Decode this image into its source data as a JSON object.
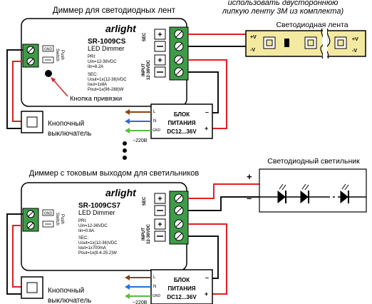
{
  "top_note": [
    "использовать двустороннюю",
    "липкую ленту 3M из комплекта)"
  ],
  "section1": {
    "title": "Диммер для светодиодных лент",
    "brand": "arlight",
    "model": "SR-1009CS",
    "subtitle": "LED Dimmer",
    "pri_lines": [
      "PRI:",
      "Uin=12-36VDC",
      "Iin=8.2A"
    ],
    "sec_lines": [
      "SEC:",
      "Uout=1x(12-36)VDC",
      "Iout=1x8A",
      "Pout=1x(96-288)W"
    ],
    "button_label": "Кнопка привязки",
    "strip_title": "Светодиодная лента",
    "strip_plus": "+V",
    "strip_minus": "-V"
  },
  "section2": {
    "title": "Диммер с токовым выходом для светильников",
    "brand": "arlight",
    "model": "SR-1009CS7",
    "subtitle": "LED Dimmer",
    "pri_lines": [
      "PRI:",
      "Uin=12-36VDC",
      "Iin=0.8A"
    ],
    "sec_lines": [
      "SEC:",
      "Uout=1x(12-36)VDC",
      "Iout=1x700mA",
      "Pout=1x(8.4-25.2)W"
    ],
    "lamp_title": "Светодиодный светильник",
    "lamp_plus": "+",
    "lamp_minus": "–"
  },
  "common": {
    "push_switch": [
      "Push",
      "Switch"
    ],
    "gnd": "GND",
    "sec_label": "SEC",
    "input_label": [
      "INPUT",
      "12-36VDC"
    ],
    "switch_label": [
      "Кнопочный",
      "выключатель"
    ],
    "psu_lines": [
      "БЛОК",
      "ПИТАНИЯ",
      "DC12...36V"
    ],
    "psu_l": "L",
    "psu_n": "N",
    "psu_gnd": "GND",
    "psu_plus": "+",
    "psu_minus": "–",
    "mains": "~220В"
  },
  "colors": {
    "wire_red": "#e31e24",
    "wire_black": "#111111",
    "terminal_green": "#3e9b47",
    "mains_brown": "#8b4513",
    "mains_blue": "#2b6fd6",
    "mains_green": "#5fb847",
    "strip_yellow": "#f3e9a0"
  }
}
